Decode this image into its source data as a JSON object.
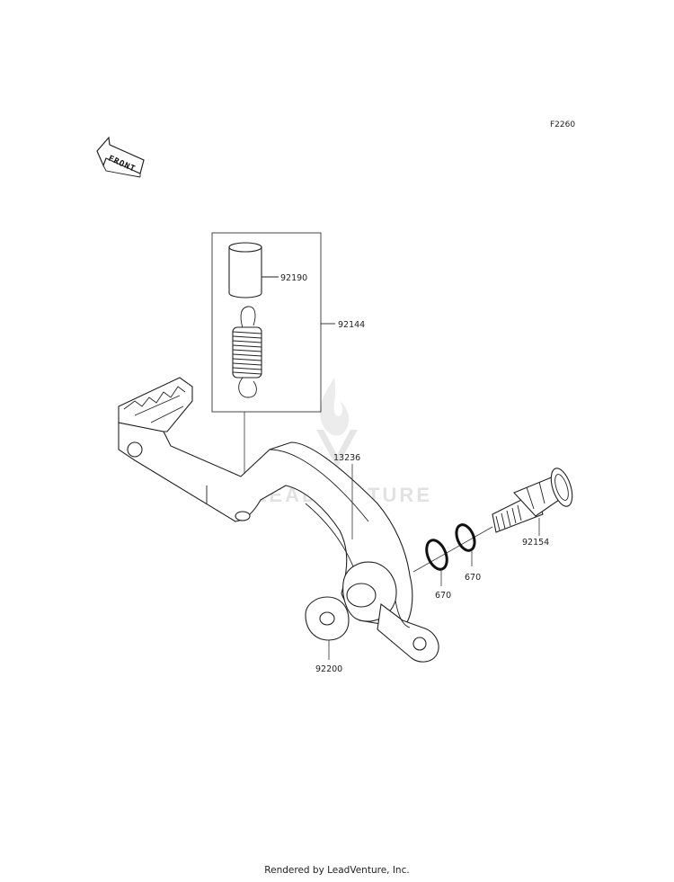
{
  "diagram": {
    "code": "F2260",
    "front_label": "FRONT",
    "watermark": "LEADVENTURE",
    "parts": {
      "collar": "92190",
      "spring": "92144",
      "pedal": "13236",
      "bolt": "92154",
      "oring_inner": "670",
      "oring_outer": "670",
      "washer": "92200"
    }
  },
  "footer": "Rendered by LeadVenture, Inc."
}
